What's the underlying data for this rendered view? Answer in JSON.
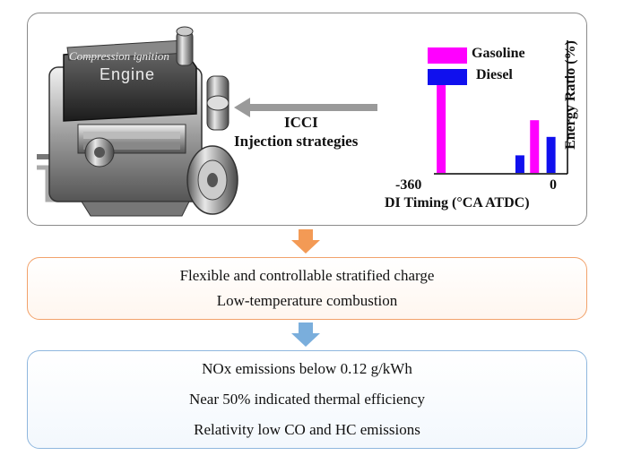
{
  "engine": {
    "subtitle": "Compression ignition",
    "title": "Engine"
  },
  "arrow_label": {
    "line1": "ICCI",
    "line2": "Injection strategies"
  },
  "chart_data": {
    "type": "bar",
    "xlabel": "DI Timing (°CA ATDC)",
    "ylabel": "Energy Ratio (%)",
    "xlim": [
      -360,
      0
    ],
    "xtick_labels": [
      "-360",
      "0"
    ],
    "series": [
      {
        "name": "Gasoline",
        "color": "#ff00ff",
        "points": [
          {
            "x": -345,
            "y": 1.0
          },
          {
            "x": -90,
            "y": 0.6
          }
        ]
      },
      {
        "name": "Diesel",
        "color": "#1010ee",
        "points": [
          {
            "x": -130,
            "y": 0.2
          },
          {
            "x": -45,
            "y": 0.41
          }
        ]
      }
    ]
  },
  "middle_box": {
    "lines": [
      "Flexible and controllable stratified charge",
      "Low-temperature combustion"
    ]
  },
  "bottom_box": {
    "lines": [
      "NOx emissions below 0.12 g/kWh",
      "Near 50% indicated thermal efficiency",
      "Relativity low CO and HC emissions"
    ]
  },
  "colors": {
    "orange_arrow": "#f39a55",
    "blue_arrow": "#7aaedc",
    "gray_arrow": "#9a9a9a"
  }
}
